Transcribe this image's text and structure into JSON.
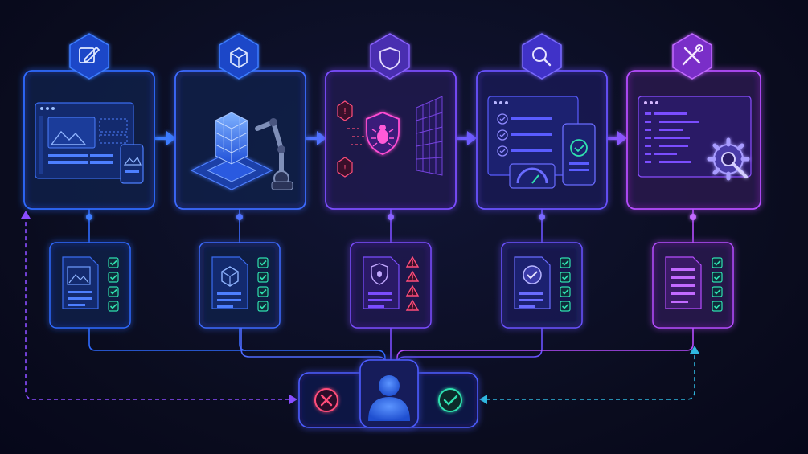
{
  "colors": {
    "background": "#0a0c1e",
    "stage_blue": "#2f6bff",
    "stage_indigo": "#5a5cff",
    "stage_violet": "#7b4dff",
    "stage_purple": "#b64dff",
    "reject": "#ff4d7a",
    "approve": "#2fe0b0",
    "reviewer": "#3d7dff"
  },
  "stages": [
    {
      "id": "design",
      "badge_icon": "edit-icon",
      "illustration": "ui-mockup-window",
      "artifact_icon": "image-document-icon",
      "checks": [
        "check",
        "check",
        "check",
        "check"
      ],
      "color": "#2f6bff"
    },
    {
      "id": "build",
      "badge_icon": "cube-icon",
      "illustration": "robot-arm-assembling-cubes",
      "artifact_icon": "cube-document-icon",
      "checks": [
        "check",
        "check",
        "check",
        "check"
      ],
      "color": "#3d6bff"
    },
    {
      "id": "security",
      "badge_icon": "shield-icon",
      "illustration": "bug-shield-firewall",
      "artifact_icon": "bug-shield-document-icon",
      "checks": [
        "warning",
        "warning",
        "warning",
        "warning"
      ],
      "color": "#7b4dff"
    },
    {
      "id": "test",
      "badge_icon": "search-icon",
      "illustration": "checklist-window-and-mobile",
      "artifact_icon": "checkmark-document-icon",
      "checks": [
        "check",
        "check",
        "check",
        "check"
      ],
      "color": "#6a52ff"
    },
    {
      "id": "deploy",
      "badge_icon": "wrench-screwdriver-icon",
      "illustration": "code-window-with-gear",
      "artifact_icon": "text-document-icon",
      "checks": [
        "check",
        "check",
        "check",
        "check"
      ],
      "color": "#b64dff"
    }
  ],
  "review": {
    "reject_icon": "x-circle-icon",
    "reviewer_icon": "user-avatar-icon",
    "approve_icon": "check-circle-icon"
  }
}
